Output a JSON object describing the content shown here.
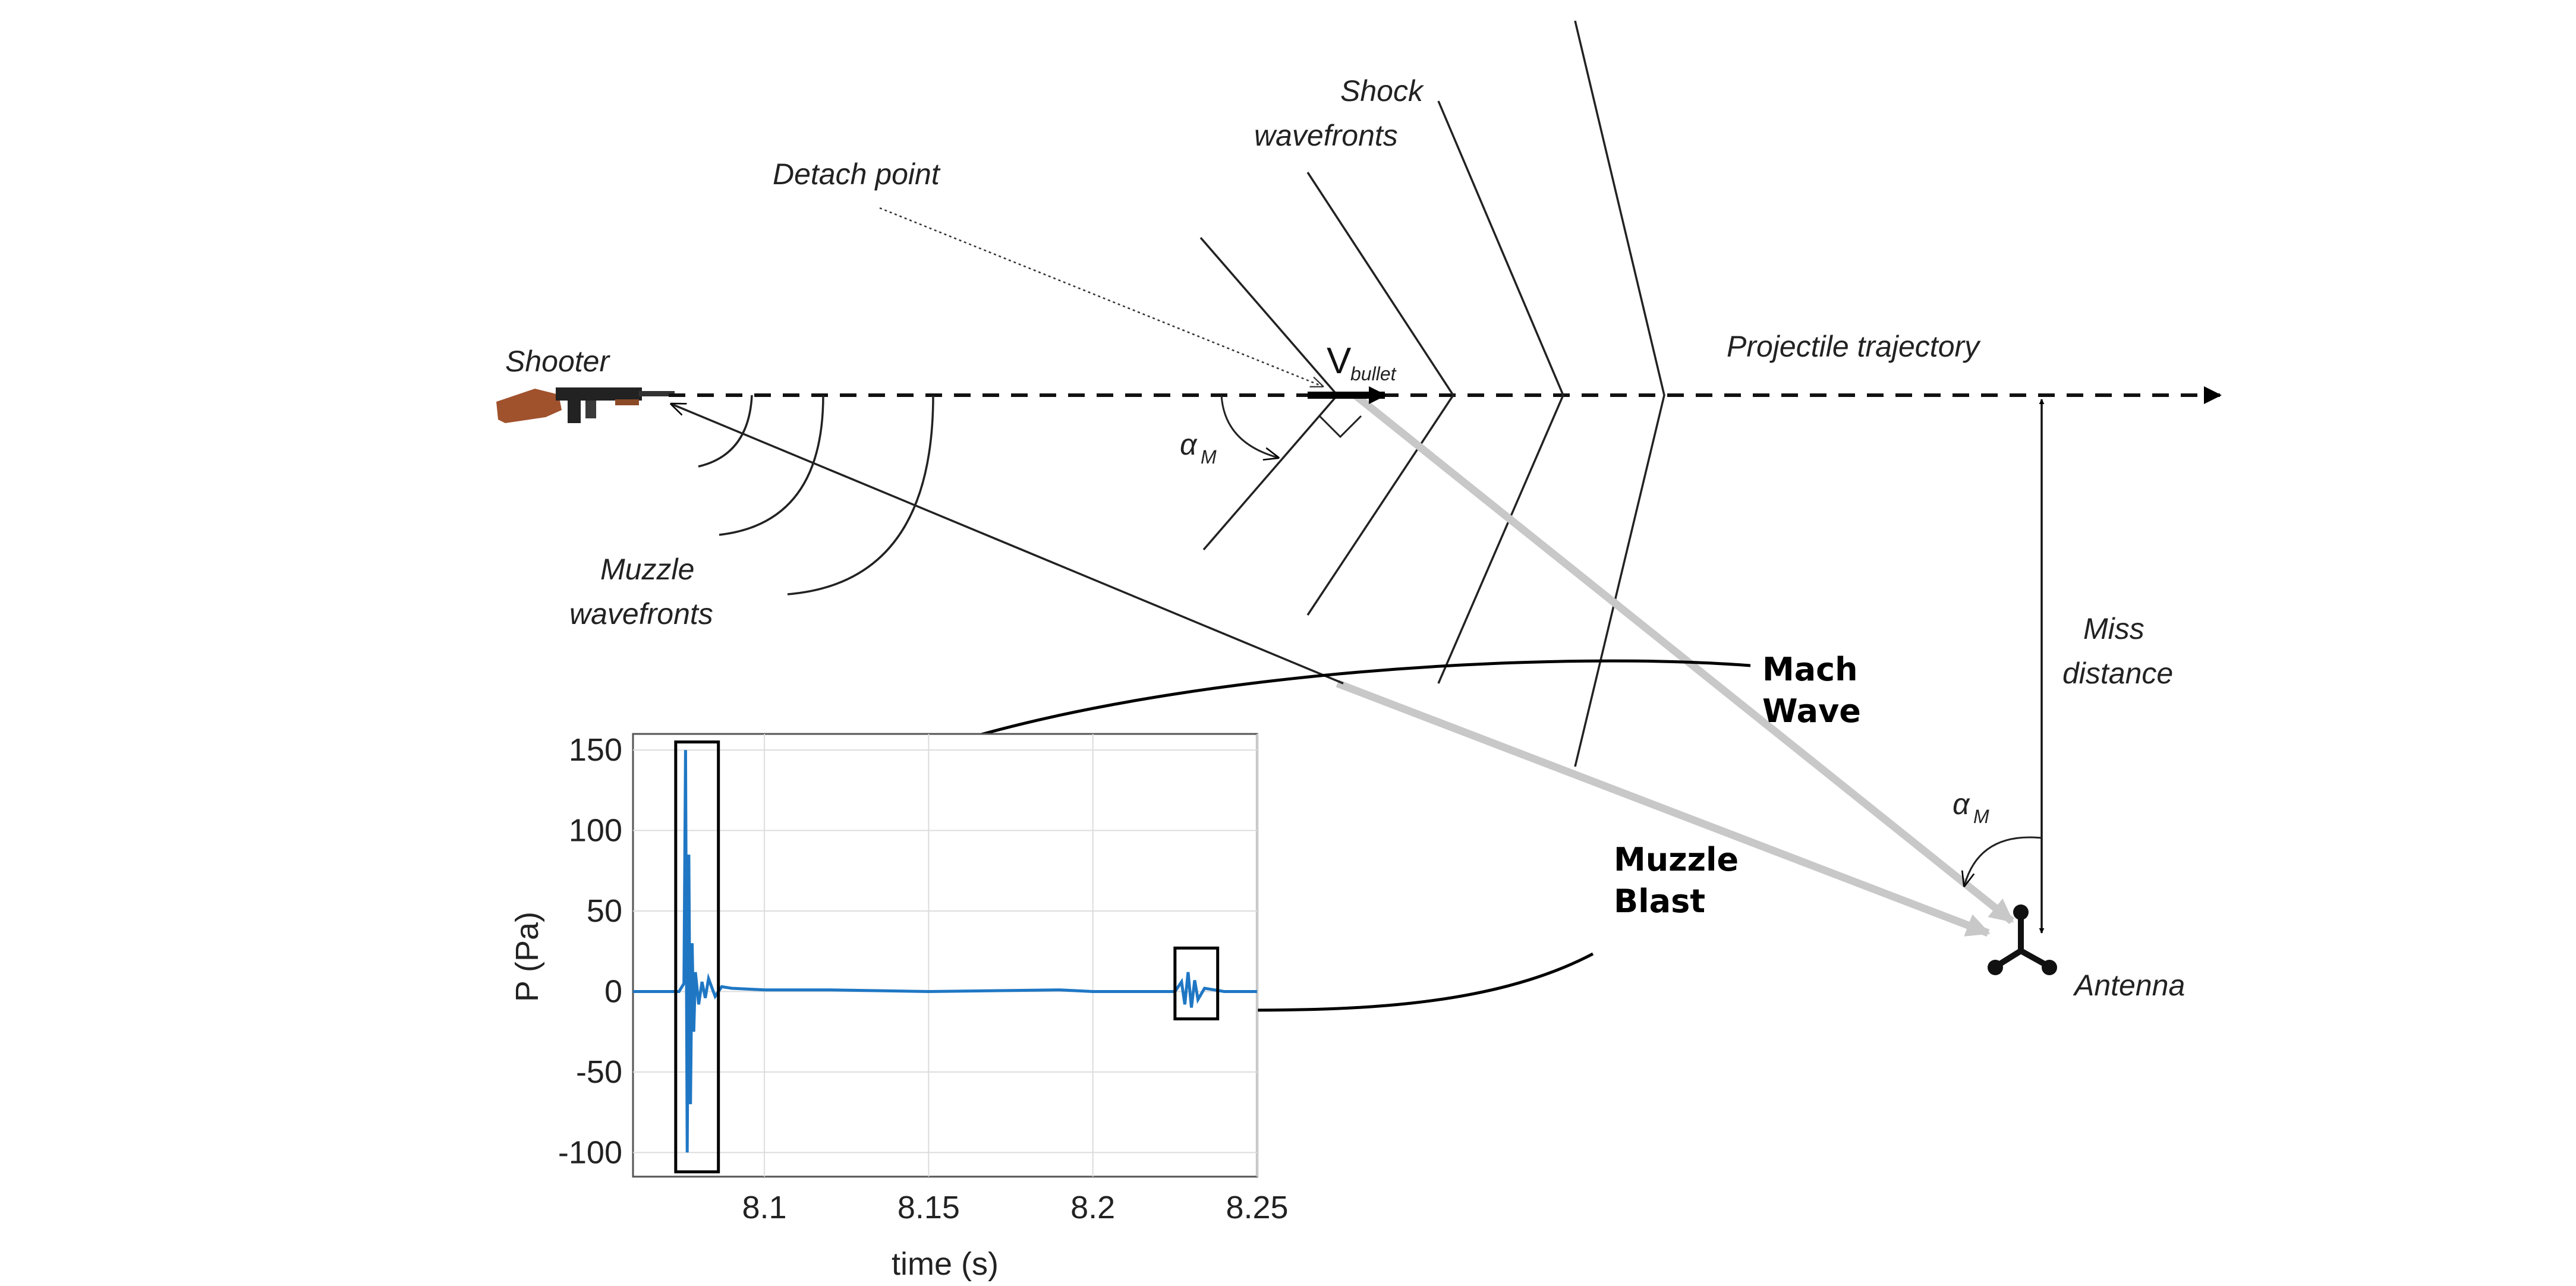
{
  "labels": {
    "shooter": "Shooter",
    "detach_point": "Detach point",
    "shock_wavefronts_1": "Shock",
    "shock_wavefronts_2": "wavefronts",
    "v_bullet_main": "V",
    "v_bullet_sub": "bullet",
    "projectile_trajectory": "Projectile trajectory",
    "alpha_main": "α",
    "alpha_sub": "M",
    "muzzle_wavefronts_1": "Muzzle",
    "muzzle_wavefronts_2": "wavefronts",
    "mach_wave_1": "Mach",
    "mach_wave_2": "Wave",
    "muzzle_blast_1": "Muzzle",
    "muzzle_blast_2": "Blast",
    "miss_distance_1": "Miss",
    "miss_distance_2": "distance",
    "antenna": "Antenna"
  },
  "colors": {
    "signal": "#1f77c4",
    "ray": "#c8c8c8",
    "ink": "#111111",
    "rifle_stock": "#a0522d"
  },
  "chart_data": {
    "type": "line",
    "xlabel": "time (s)",
    "ylabel": "P (Pa)",
    "xlim": [
      8.06,
      8.25
    ],
    "ylim": [
      -115,
      160
    ],
    "x_ticks": [
      8.1,
      8.15,
      8.2,
      8.25
    ],
    "x_tick_labels": [
      "8.1",
      "8.15",
      "8.2",
      "8.25"
    ],
    "y_ticks": [
      150,
      100,
      50,
      0,
      -50,
      -100
    ],
    "y_tick_labels": [
      "150",
      "100",
      "50",
      "0",
      "-50",
      "-100"
    ],
    "grid": true,
    "series": [
      {
        "x": [
          8.06,
          8.07,
          8.074,
          8.0755,
          8.076,
          8.0765,
          8.077,
          8.0775,
          8.078,
          8.0785,
          8.079,
          8.08,
          8.081,
          8.082,
          8.083,
          8.085,
          8.087,
          8.09,
          8.1,
          8.12,
          8.15,
          8.19,
          8.2,
          8.225,
          8.227,
          8.228,
          8.229,
          8.23,
          8.231,
          8.232,
          8.234,
          8.24,
          8.25
        ],
        "y": [
          0,
          0,
          0,
          5,
          150,
          -100,
          85,
          -70,
          30,
          -25,
          12,
          -8,
          6,
          -4,
          8,
          -3,
          3,
          2,
          1,
          1,
          0,
          1,
          0,
          0,
          6,
          -8,
          12,
          -10,
          7,
          -5,
          2,
          0,
          0
        ]
      }
    ],
    "highlight_boxes": [
      {
        "x": [
          8.073,
          8.086
        ],
        "y": [
          -112,
          155
        ]
      },
      {
        "x": [
          8.225,
          8.238
        ],
        "y": [
          -17,
          27
        ]
      }
    ]
  }
}
